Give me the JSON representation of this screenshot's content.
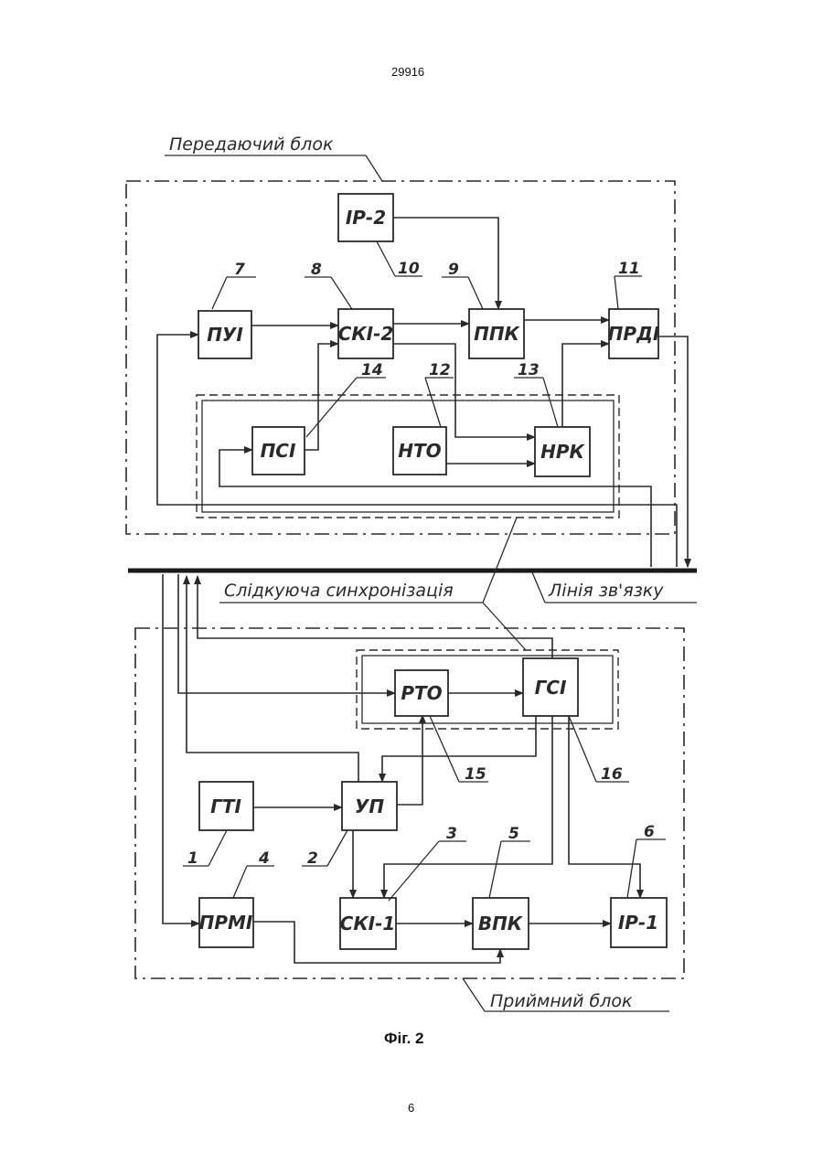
{
  "header": {
    "doc_number": "29916"
  },
  "footer": {
    "page_number": "6"
  },
  "figure": {
    "caption": "Фіг. 2",
    "labels": {
      "transmit_block": "Передаючий блок",
      "tracking_sync": "Слідкуюча синхронізація",
      "comm_line": "Лінія зв'язку",
      "receive_block": "Приймний блок"
    },
    "blocks": {
      "ir2": "ІР-2",
      "pui": "ПУІ",
      "ski2": "СКІ-2",
      "ppk": "ППК",
      "prdi": "ПРДІ",
      "psi": "ПСІ",
      "nto": "НТО",
      "nrk": "НРК",
      "rto": "РТО",
      "gsi": "ГСІ",
      "gti": "ГТІ",
      "up": "УП",
      "prmi": "ПРМІ",
      "ski1": "СКІ-1",
      "vpk": "ВПК",
      "ir1": "ІР-1"
    },
    "refs": {
      "n1": "1",
      "n2": "2",
      "n3": "3",
      "n4": "4",
      "n5": "5",
      "n6": "6",
      "n7": "7",
      "n8": "8",
      "n9": "9",
      "n10": "10",
      "n11": "11",
      "n12": "12",
      "n13": "13",
      "n14": "14",
      "n15": "15",
      "n16": "16"
    }
  }
}
